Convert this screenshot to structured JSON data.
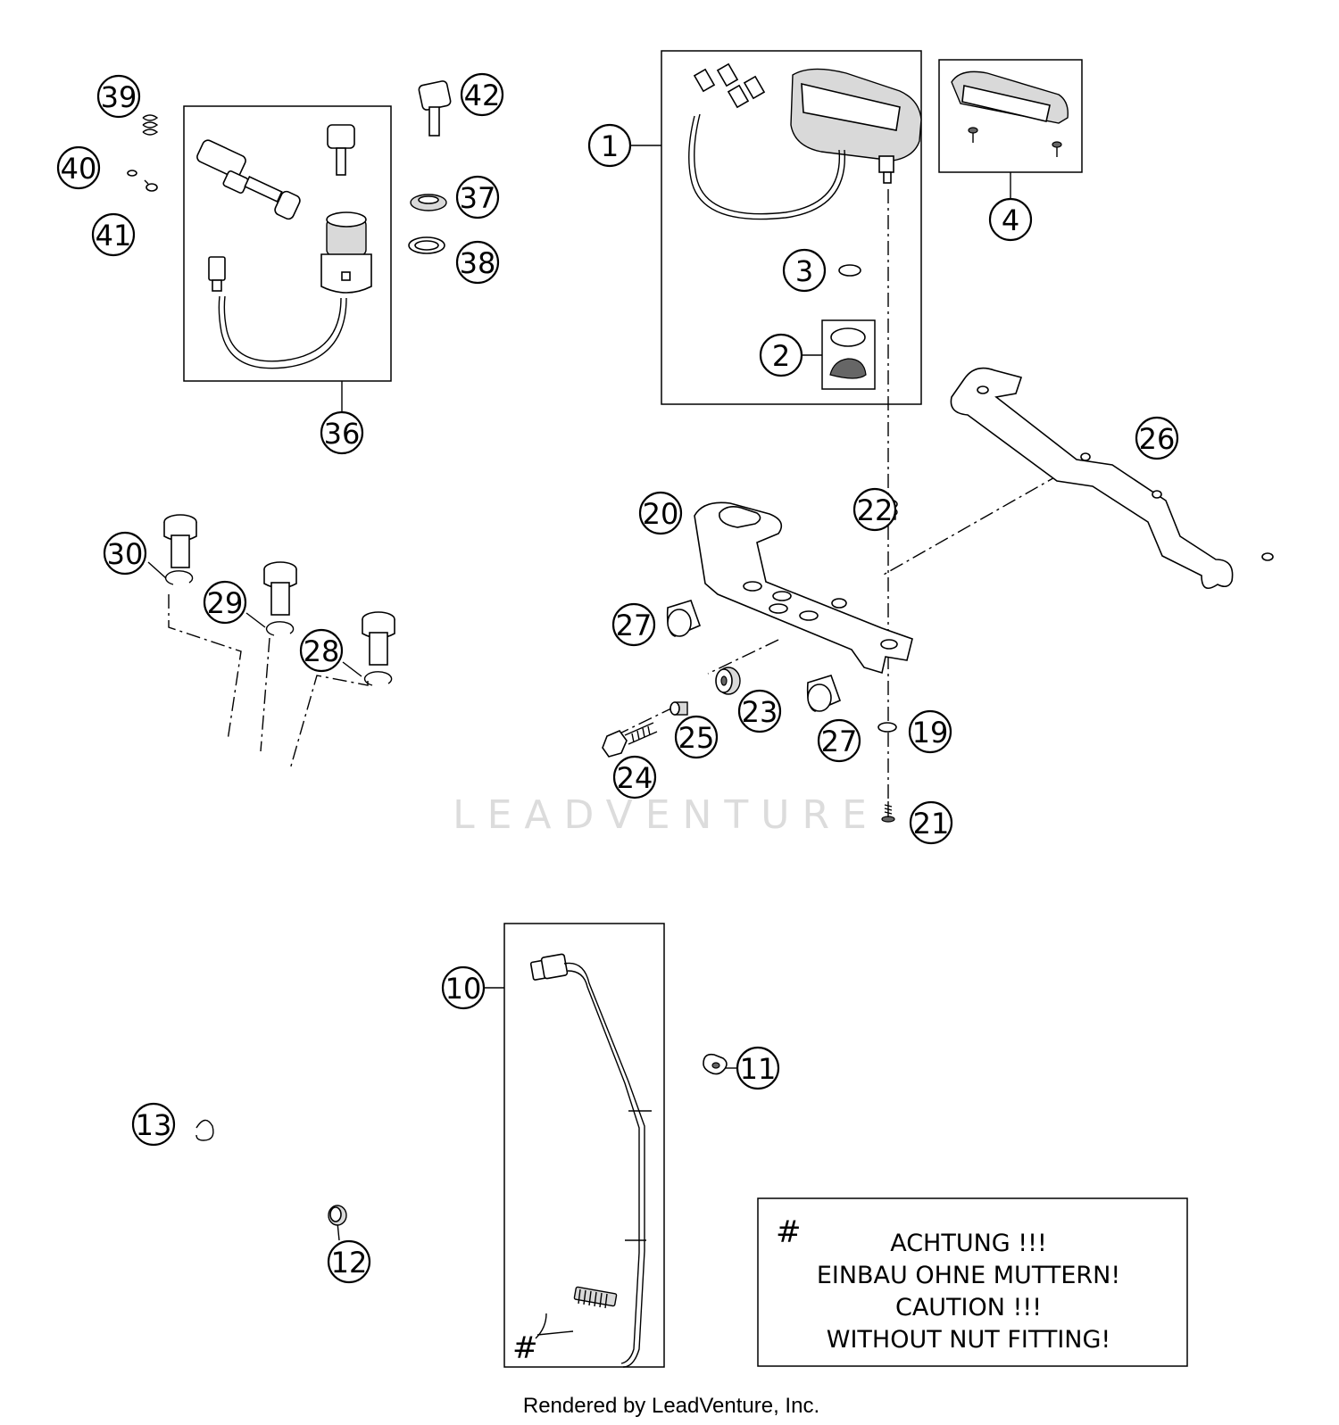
{
  "callouts": [
    "1",
    "2",
    "3",
    "4",
    "10",
    "11",
    "12",
    "13",
    "19",
    "20",
    "21",
    "22",
    "23",
    "24",
    "25",
    "26",
    "27",
    "27",
    "28",
    "29",
    "30",
    "36",
    "37",
    "38",
    "39",
    "40",
    "41",
    "42"
  ],
  "note": {
    "hash": "#",
    "lines": [
      "ACHTUNG !!!",
      "EINBAU OHNE MUTTERN!",
      "CAUTION !!!",
      "WITHOUT NUT FITTING!"
    ]
  },
  "cable_hash": "#",
  "watermark": "LEADVENTURE",
  "footer": "Rendered by LeadVenture, Inc."
}
